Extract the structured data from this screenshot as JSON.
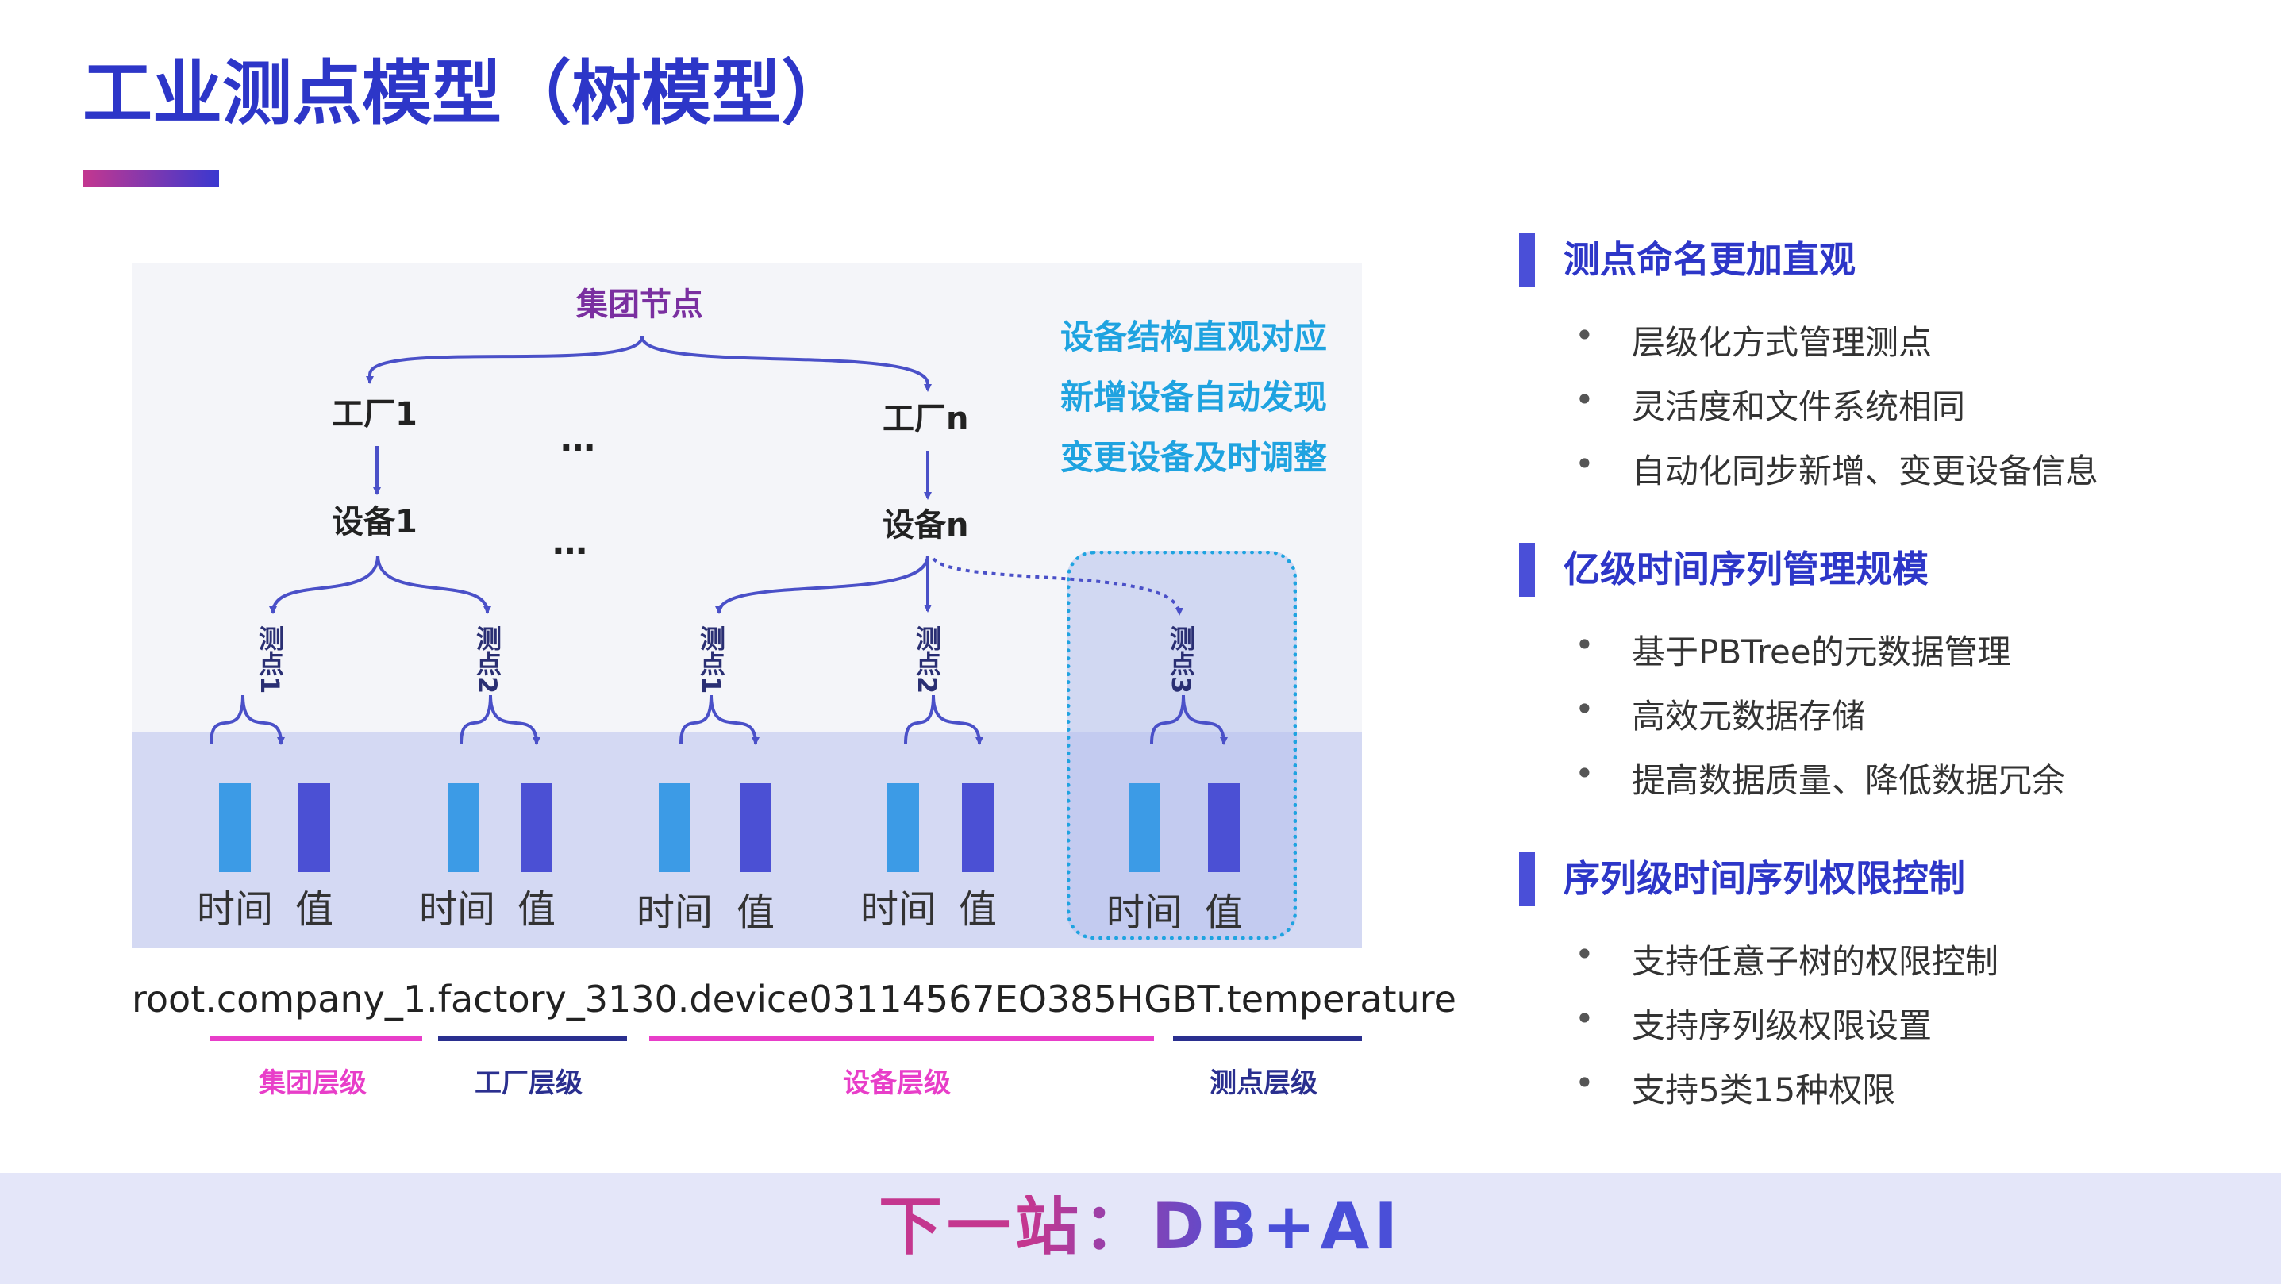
{
  "title": "工业测点模型（树模型）",
  "colors": {
    "title_blue": "#2d36c8",
    "accent_pink": "#c4378f",
    "feature_cyan": "#1fa3e0",
    "time_bar": "#3c9be6",
    "value_bar": "#4b50d4",
    "group_purple": "#7a2fa0",
    "group_level_pink": "#e83ec9",
    "factory_level_navy": "#2a2f8f",
    "device_level_pink": "#e83ec9",
    "point_level_navy": "#2a2f8f"
  },
  "diagram": {
    "group_node": "集团节点",
    "factory_1": "工厂1",
    "factory_n": "工厂n",
    "device_1": "设备1",
    "device_n": "设备n",
    "ellipsis": "…",
    "features": [
      "设备结构直观对应",
      "新增设备自动发现",
      "变更设备及时调整"
    ],
    "points": [
      {
        "label": "测点1",
        "time": "时间",
        "value": "值"
      },
      {
        "label": "测点2",
        "time": "时间",
        "value": "值"
      },
      {
        "label": "测点1",
        "time": "时间",
        "value": "值"
      },
      {
        "label": "测点2",
        "time": "时间",
        "value": "值"
      },
      {
        "label": "测点3",
        "time": "时间",
        "value": "值"
      }
    ]
  },
  "path_example": "root.company_1.factory_3130.device03114567EO385HGBT.temperature",
  "levels": [
    {
      "label": "集团层级",
      "color": "#e83ec9"
    },
    {
      "label": "工厂层级",
      "color": "#2a2f8f"
    },
    {
      "label": "设备层级",
      "color": "#e83ec9"
    },
    {
      "label": "测点层级",
      "color": "#2a2f8f"
    }
  ],
  "sections": [
    {
      "title": "测点命名更加直观",
      "bullets": [
        "层级化方式管理测点",
        "灵活度和文件系统相同",
        "自动化同步新增、变更设备信息"
      ]
    },
    {
      "title": "亿级时间序列管理规模",
      "bullets": [
        "基于PBTree的元数据管理",
        "高效元数据存储",
        "提高数据质量、降低数据冗余"
      ]
    },
    {
      "title": "序列级时间序列权限控制",
      "bullets": [
        "支持任意子树的权限控制",
        "支持序列级权限设置",
        "支持5类15种权限"
      ]
    }
  ],
  "bullet_symbol": "•",
  "footer": "下一站：DB+AI"
}
